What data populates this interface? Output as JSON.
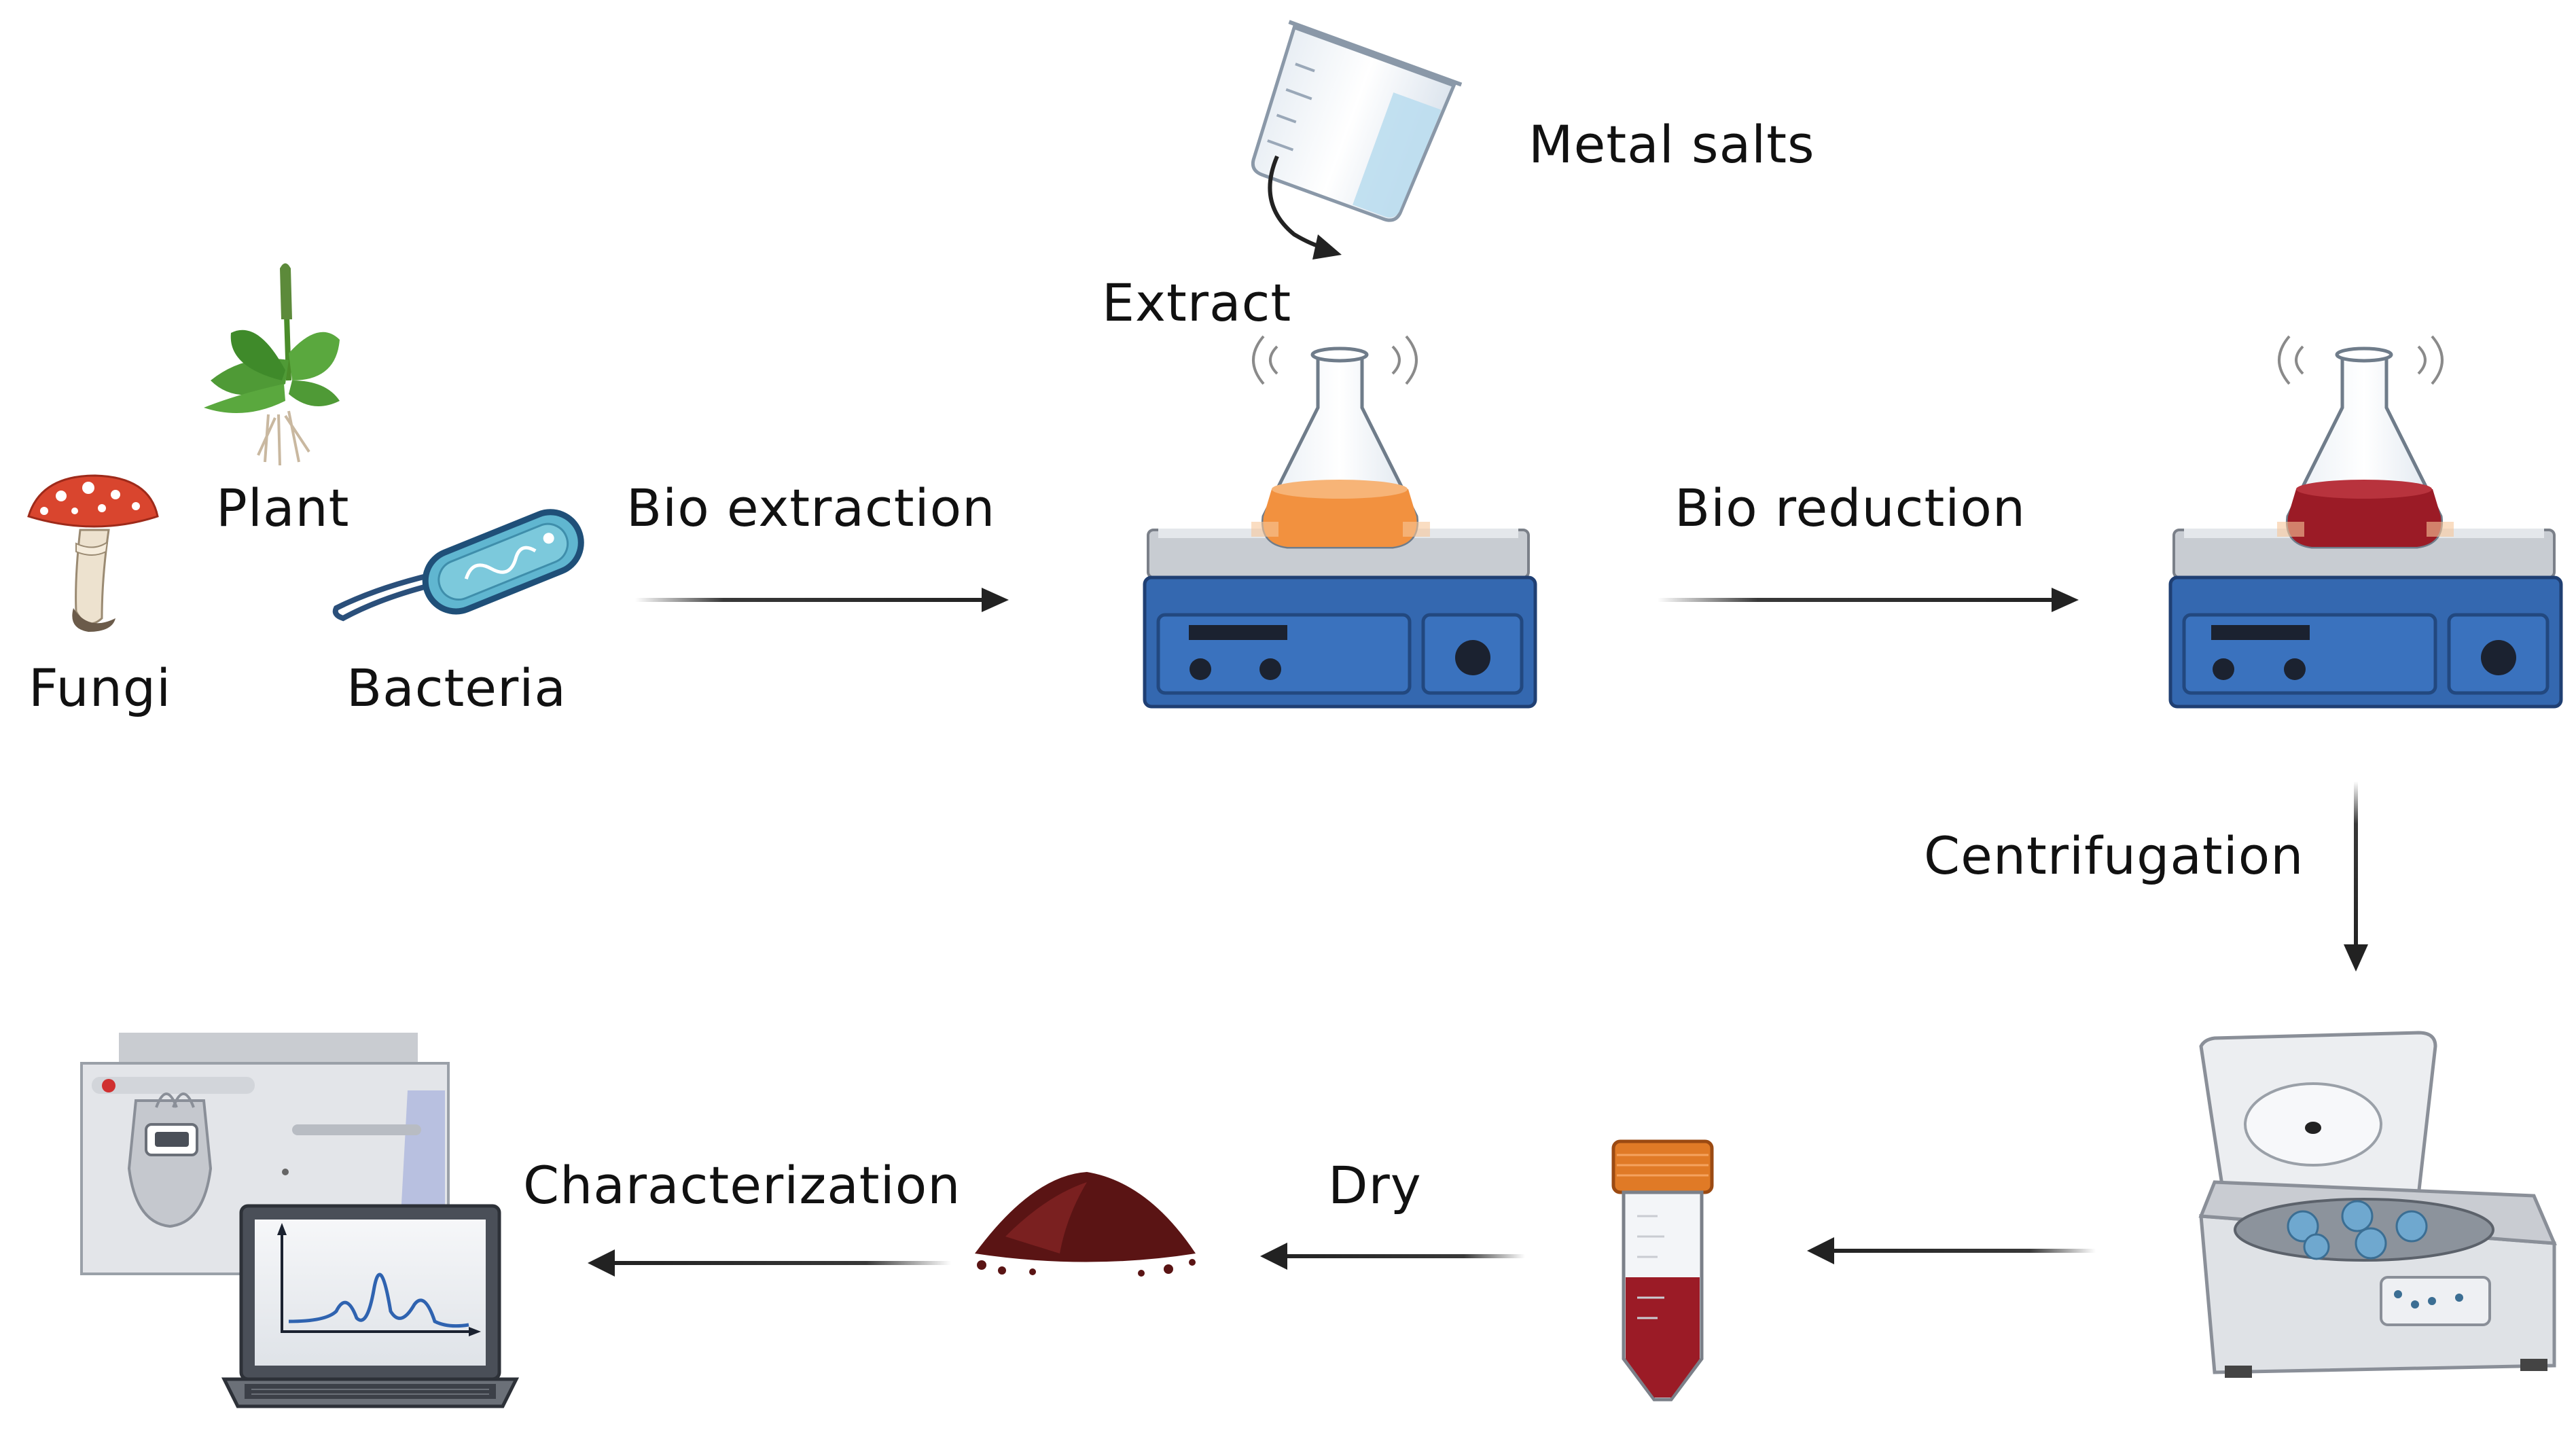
{
  "labels": {
    "fungi": "Fungi",
    "plant": "Plant",
    "bacteria": "Bacteria",
    "bio_extraction": "Bio extraction",
    "metal_salts": "Metal salts",
    "extract": "Extract",
    "bio_reduction": "Bio reduction",
    "centrifugation": "Centrifugation",
    "dry": "Dry",
    "characterization": "Characterization"
  },
  "icons": [
    "mushroom-icon",
    "plant-icon",
    "bacterium-icon",
    "beaker-icon",
    "hotplate-stirrer-icon",
    "flask-icon",
    "centrifuge-icon",
    "falcon-tube-icon",
    "powder-pile-icon",
    "spectrometer-icon",
    "laptop-icon"
  ],
  "colors": {
    "extract_liquid": "#f2913f",
    "reduced_liquid": "#9b1b26",
    "hotplate_blue": "#3160a6",
    "powder": "#5a1414",
    "tube_cap": "#e07a26",
    "arrow": "#222222"
  }
}
